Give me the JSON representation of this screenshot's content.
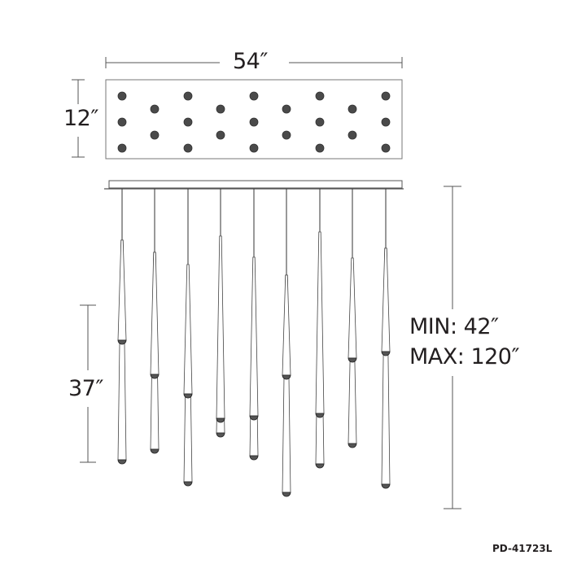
{
  "dimensions": {
    "width": "54″",
    "depth": "12″",
    "fixture_height": "37″",
    "min_overall": "MIN: 42″",
    "max_overall": "MAX: 120″"
  },
  "model_number": "PD-41723L",
  "colors": {
    "line": "#231f20",
    "glass": "#ffffff",
    "dot": "#4a4a4a"
  }
}
